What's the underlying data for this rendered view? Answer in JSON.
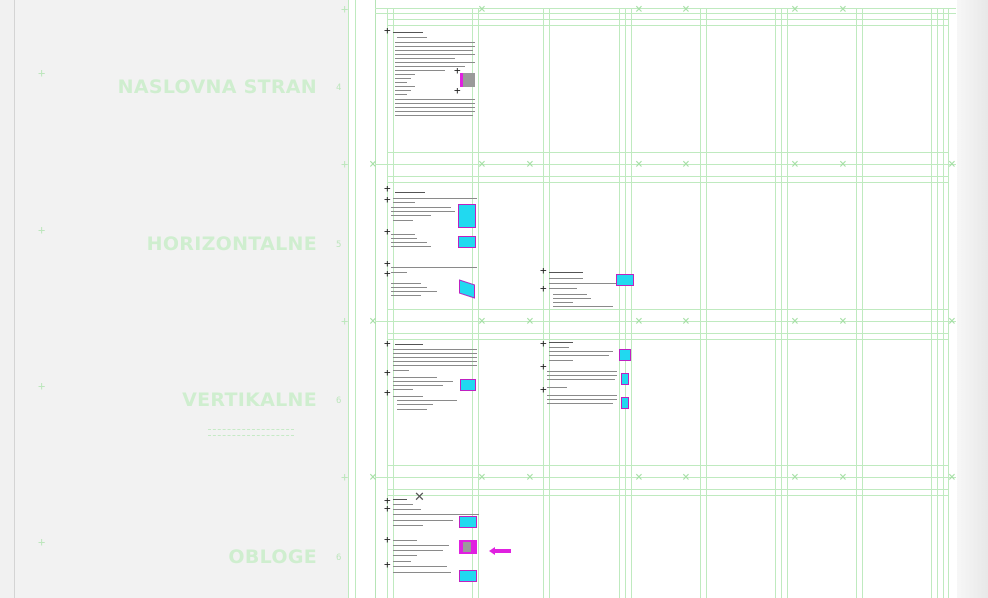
{
  "sections": [
    {
      "label": "NASLOVNA STRAN",
      "number": "4"
    },
    {
      "label": "HORIZONTALNE",
      "number": "5"
    },
    {
      "label": "VERTIKALNE",
      "number": "6"
    },
    {
      "label": "OBLOGE",
      "number": "6"
    }
  ],
  "icons": {
    "grid_marker": "x-mark-icon",
    "close": "close-icon",
    "arrow": "magenta-arrow-icon",
    "pin": "crosshair-pin-icon"
  },
  "colors": {
    "grid": "#bfeabf",
    "label": "#cfeecf",
    "cyan_block": "#21d9f0",
    "magenta": "#e020e0"
  }
}
